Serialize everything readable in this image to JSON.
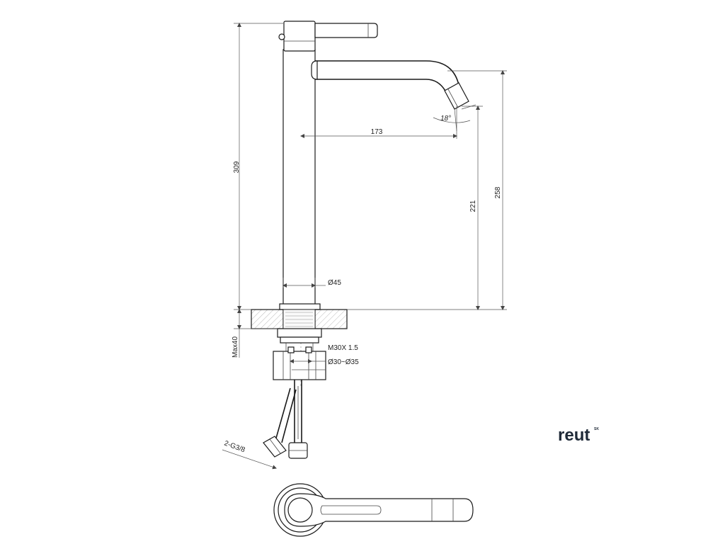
{
  "dimensions": {
    "total_height": "309",
    "spout_reach": "173",
    "spout_angle": "18°",
    "spout_height": "221",
    "handle_height": "258",
    "body_diameter": "Ø45",
    "max_counter_thickness": "Max40",
    "thread": "M30X 1.5",
    "hole_diameter": "Ø30~Ø35",
    "connection": "2-G3/8"
  },
  "brand": {
    "name": "reut",
    "superscript": "SK"
  }
}
